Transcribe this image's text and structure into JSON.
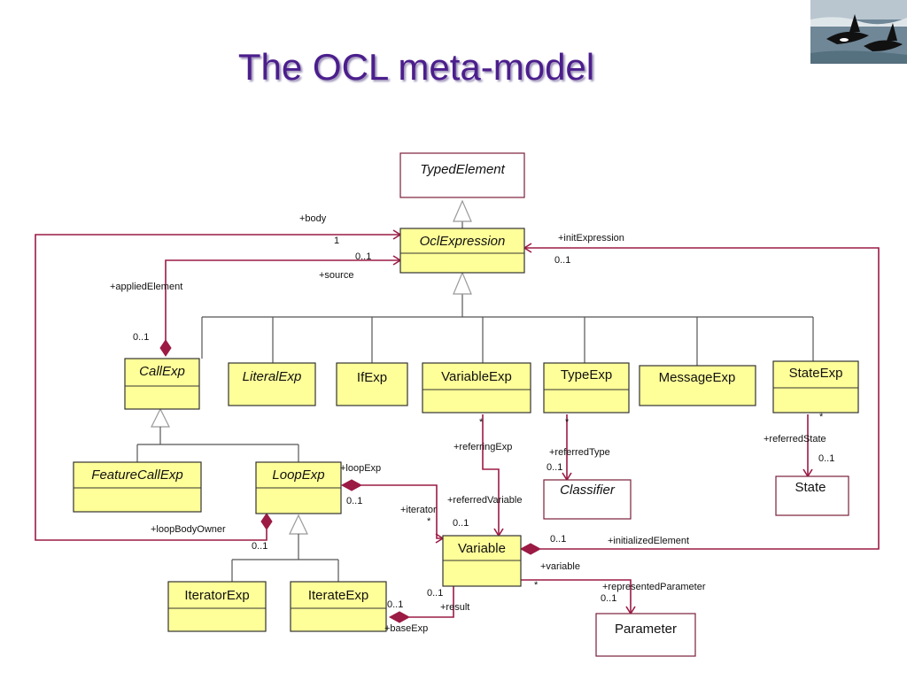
{
  "title": "The OCL meta-model",
  "photo": {
    "icon": "orca-whales-photo-icon"
  },
  "colors": {
    "title": "#4b1e8c",
    "class_fill": "#ffff99",
    "association": "#9b1b45"
  },
  "classes": {
    "typed_element": "TypedElement",
    "ocl_expression": "OclExpression",
    "call_exp": "CallExp",
    "literal_exp": "LiteralExp",
    "if_exp": "IfExp",
    "variable_exp": "VariableExp",
    "type_exp": "TypeExp",
    "message_exp": "MessageExp",
    "state_exp": "StateExp",
    "feature_call_exp": "FeatureCallExp",
    "loop_exp": "LoopExp",
    "iterator_exp": "IteratorExp",
    "iterate_exp": "IterateExp",
    "variable": "Variable",
    "classifier": "Classifier",
    "state": "State",
    "parameter": "Parameter"
  },
  "labels": {
    "body": "+body",
    "body_mult": "1",
    "source_mult": "0..1",
    "source": "+source",
    "applied_element": "+appliedElement",
    "applied_element_mult": "0..1",
    "init_expression": "+initExpression",
    "init_expression_mult": "0..1",
    "referring_exp_mult": "*",
    "referring_exp": "+referringExp",
    "referred_type_mult": "*",
    "referred_type": "+referredType",
    "classifier_mult": "0..1",
    "referred_state_mult": "*",
    "referred_state": "+referredState",
    "state_mult": "0..1",
    "loop_exp": "+loopExp",
    "loop_exp_mult": "0..1",
    "referred_variable": "+referredVariable",
    "iterator": "+iterator",
    "iterator_mult": "*",
    "referred_variable_mult": "0..1",
    "loop_body_owner": "+loopBodyOwner",
    "loop_body_owner_mult": "0..1",
    "initialized_element_mult": "0..1",
    "initialized_element": "+initializedElement",
    "variable_role": "+variable",
    "variable_mult": "*",
    "represented_parameter": "+representedParameter",
    "represented_parameter_mult": "0..1",
    "result_mult": "0..1",
    "result": "+result",
    "base_exp_mult": "0..1",
    "base_exp": "+baseExp"
  }
}
